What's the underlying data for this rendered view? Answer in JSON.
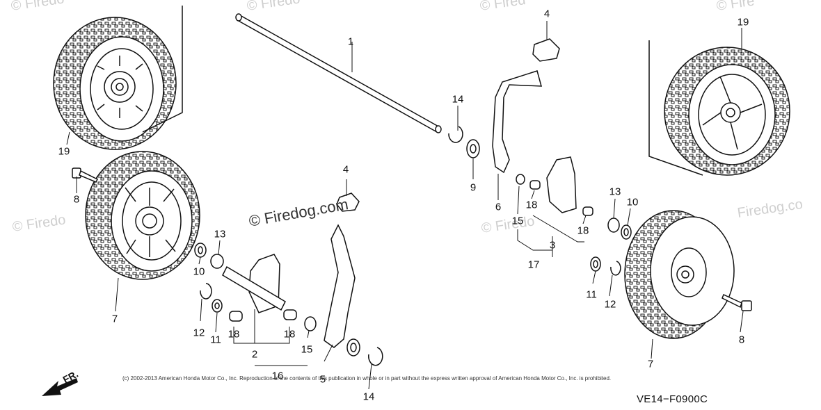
{
  "watermarks": {
    "center": "© Firedog.com",
    "edge_left_top": "© Firedo",
    "edge_top_mid": "© Firedo",
    "edge_top_right1": "© Fired",
    "edge_top_right2": "© Fire",
    "edge_left_mid": "© Firedo",
    "edge_right_mid": "Firedog.co",
    "edge_right_mid2": "© Firedo"
  },
  "callouts": [
    "1",
    "4",
    "14",
    "19",
    "19",
    "8",
    "9",
    "6",
    "4",
    "13",
    "10",
    "5",
    "18",
    "15",
    "3",
    "17",
    "13",
    "10",
    "18",
    "11",
    "12",
    "12",
    "11",
    "18",
    "18",
    "15",
    "2",
    "16",
    "5",
    "14",
    "7",
    "7",
    "8"
  ],
  "copyright": "(c) 2002-2013 American Honda Motor Co., Inc. Reproduction of the contents of this publication in whole or in part without the express written approval of American Honda Motor Co., Inc. is prohibited.",
  "diagram_code": "VE14−F0900C",
  "direction_label": "FR."
}
